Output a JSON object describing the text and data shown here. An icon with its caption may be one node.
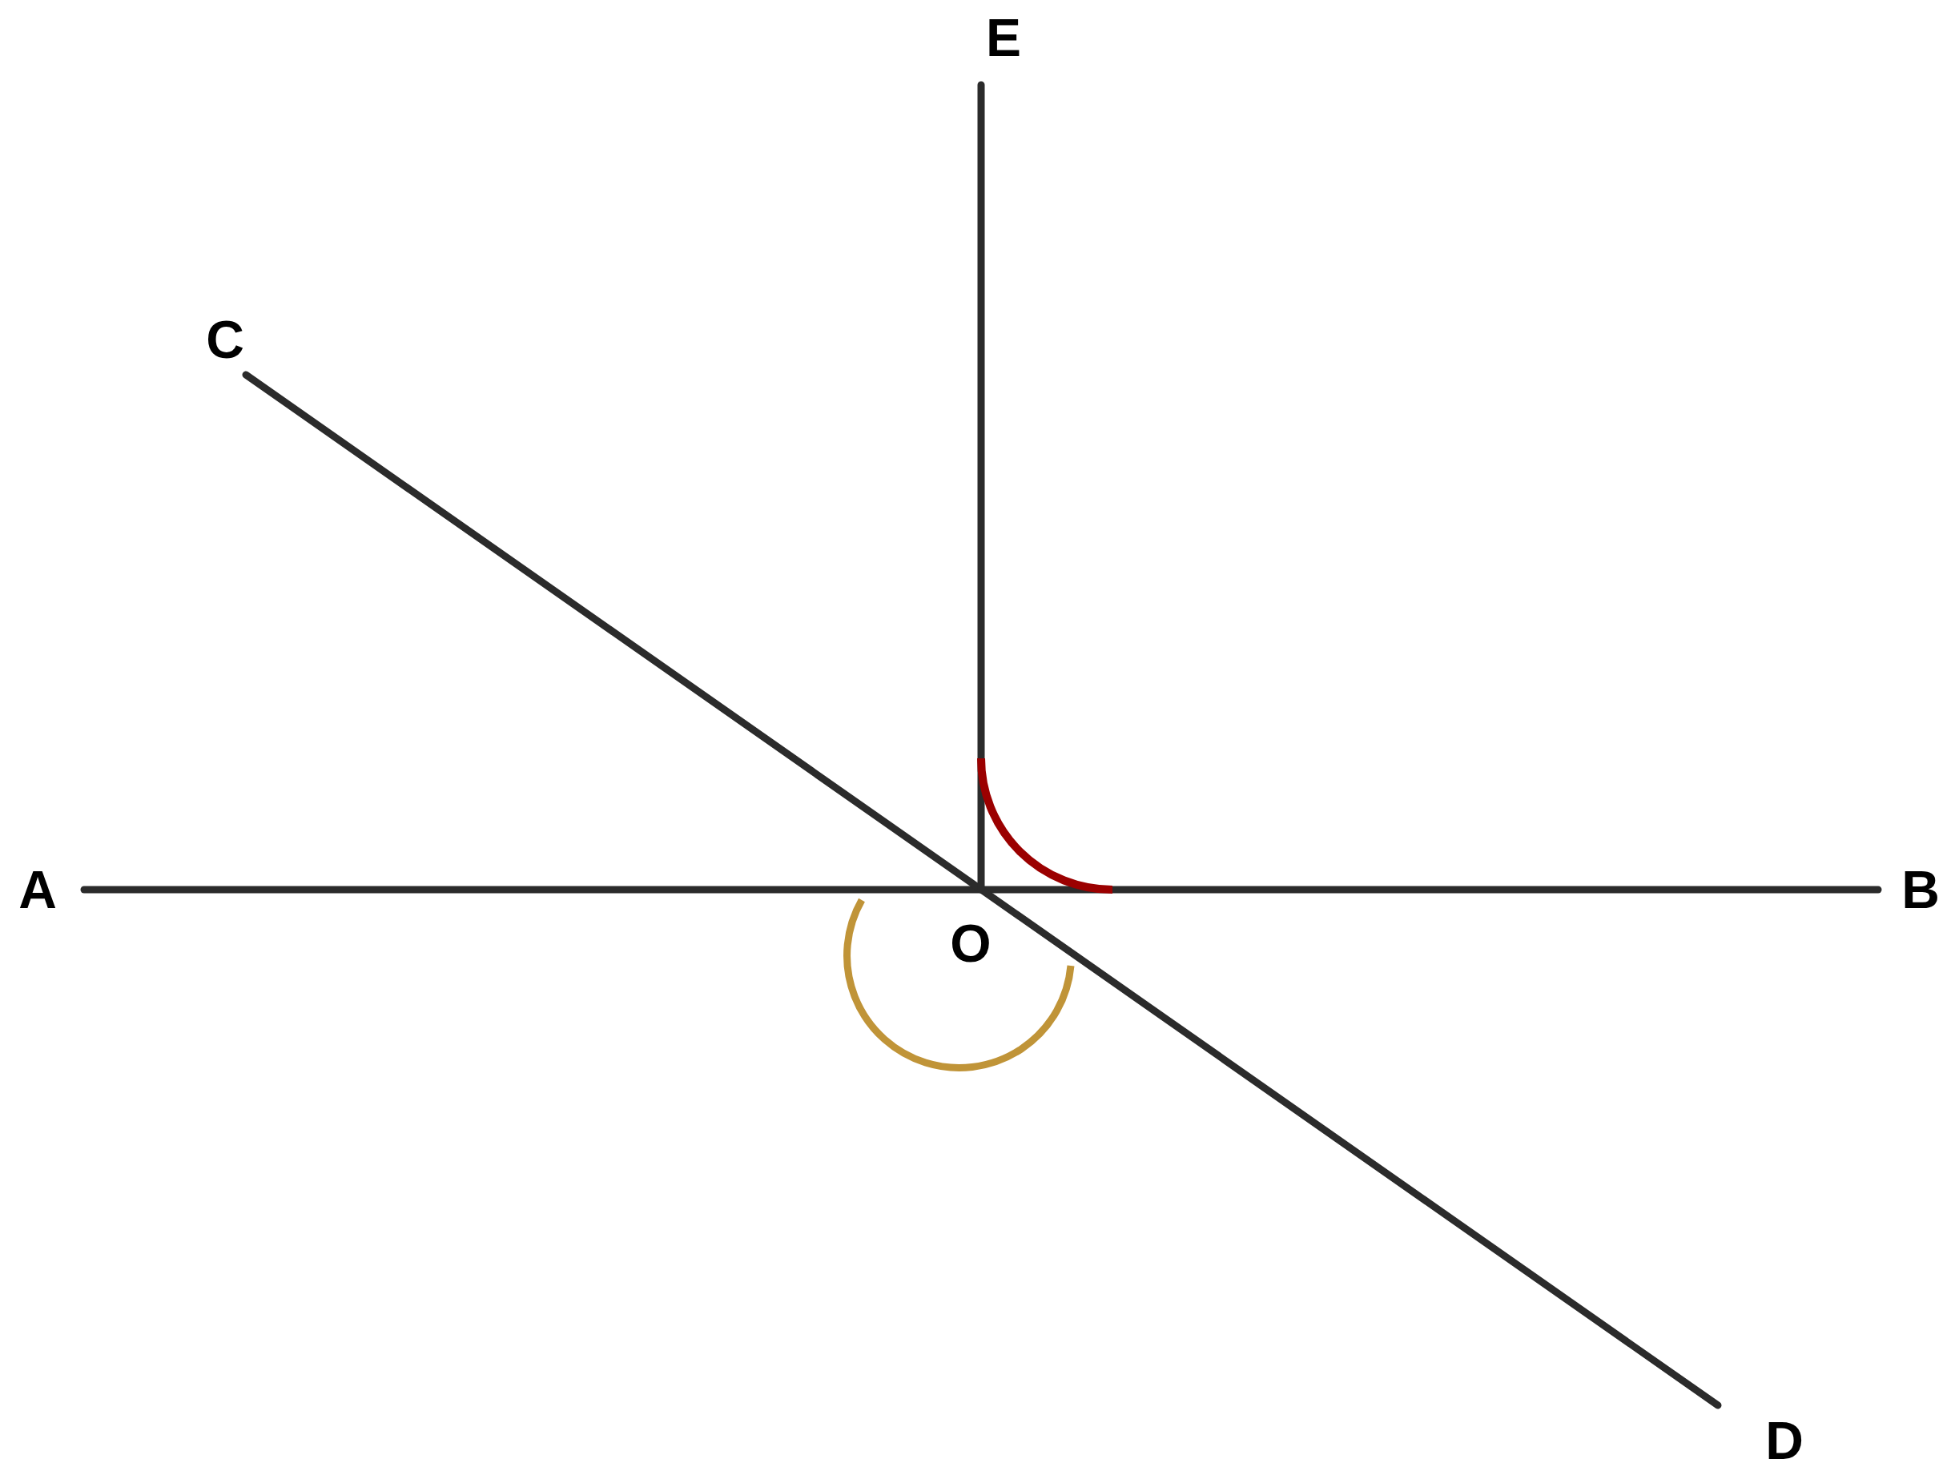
{
  "diagram": {
    "nodes": [
      {
        "text": [
          "A"
        ]
      },
      {
        "text": [
          "B"
        ]
      },
      {
        "text": [
          "C"
        ]
      },
      {
        "text": [
          "D"
        ]
      },
      {
        "text": [
          "E"
        ]
      },
      {
        "text": [
          "O"
        ]
      }
    ],
    "edges": [
      {
        "from": 0,
        "to": 1,
        "arrow": "none"
      },
      {
        "from": 2,
        "to": 3,
        "arrow": "none"
      },
      {
        "from": 4,
        "to": 5,
        "arrow": "none"
      }
    ]
  }
}
